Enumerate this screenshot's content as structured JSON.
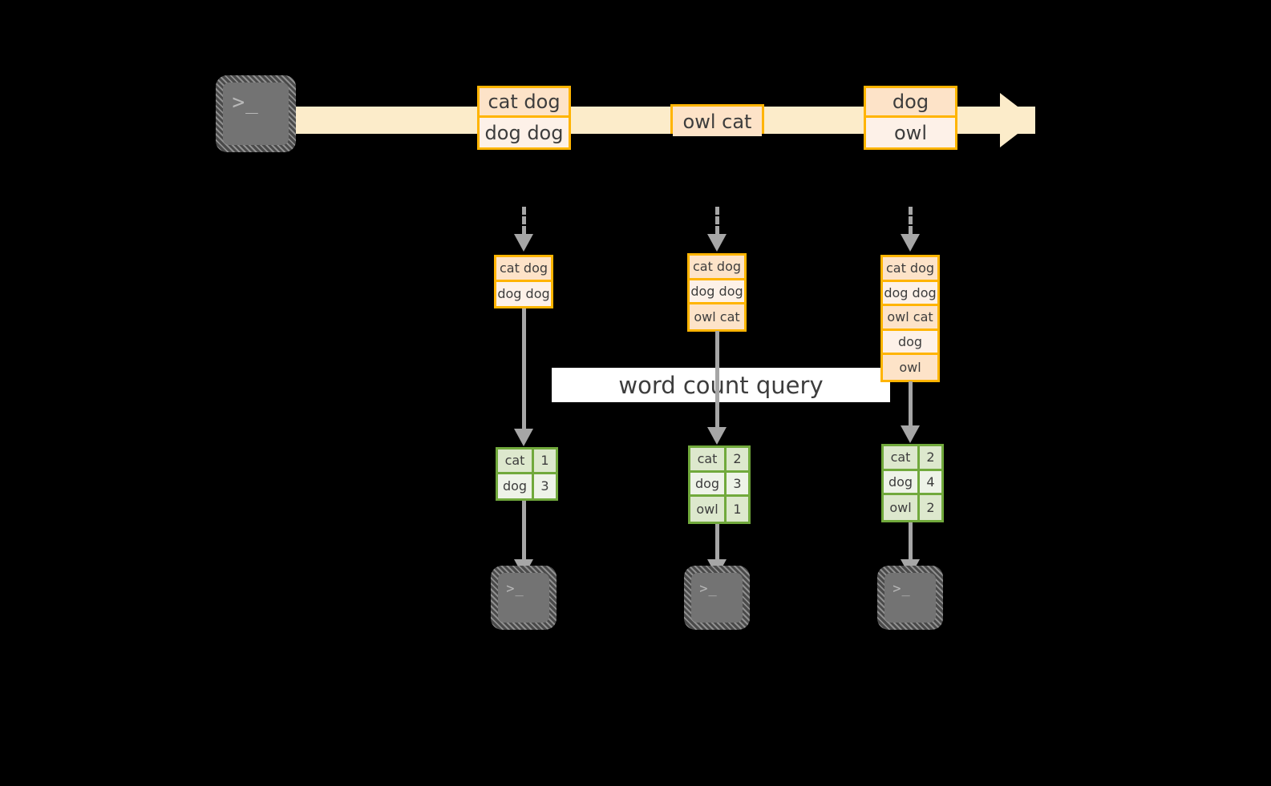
{
  "diagram": {
    "title": "word count query",
    "colors": {
      "background": "#000000",
      "stream": "#fcecca",
      "event_border": "#ffb400",
      "event_fill_a": "#fde3c8",
      "event_fill_b": "#fdf1e8",
      "table_border": "#71a93c",
      "table_fill_a": "#dde8cd",
      "table_fill_b": "#eef3e8",
      "arrow": "#a6a6a6",
      "terminal": "#737373",
      "label_band": "#ffffff",
      "text": "#3d3d3d"
    },
    "source": {
      "icon": "terminal-icon",
      "prompt": ">_"
    },
    "stream": {
      "events": [
        {
          "group": 1,
          "lines": [
            "cat dog",
            "dog dog"
          ]
        },
        {
          "group": 2,
          "lines": [
            "owl cat"
          ]
        },
        {
          "group": 3,
          "lines": [
            "dog",
            "owl"
          ]
        }
      ]
    },
    "snapshots": [
      {
        "id": 1,
        "accumulated": [
          "cat dog",
          "dog dog"
        ],
        "result": {
          "rows": [
            {
              "word": "cat",
              "count": "1"
            },
            {
              "word": "dog",
              "count": "3"
            }
          ]
        },
        "sink": {
          "icon": "terminal-icon",
          "prompt": ">_"
        }
      },
      {
        "id": 2,
        "accumulated": [
          "cat dog",
          "dog dog",
          "owl cat"
        ],
        "result": {
          "rows": [
            {
              "word": "cat",
              "count": "2"
            },
            {
              "word": "dog",
              "count": "3"
            },
            {
              "word": "owl",
              "count": "1"
            }
          ]
        },
        "sink": {
          "icon": "terminal-icon",
          "prompt": ">_"
        }
      },
      {
        "id": 3,
        "accumulated": [
          "cat dog",
          "dog dog",
          "owl cat",
          "dog",
          "owl"
        ],
        "result": {
          "rows": [
            {
              "word": "cat",
              "count": "2"
            },
            {
              "word": "dog",
              "count": "4"
            },
            {
              "word": "owl",
              "count": "2"
            }
          ]
        },
        "sink": {
          "icon": "terminal-icon",
          "prompt": ">_"
        }
      }
    ]
  }
}
